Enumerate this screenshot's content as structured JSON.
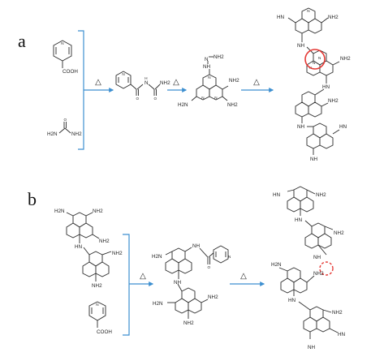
{
  "colors": {
    "arrow": "#3d8fd0",
    "bond": "#2b2b2b",
    "mark": "#e53935",
    "label": "#1e1e1e"
  },
  "panels": [
    {
      "id": "a",
      "label": "a",
      "reactants": {
        "isonicotinic_acid": {
          "group": "COOH"
        },
        "urea": {
          "groups": [
            "H2N",
            "NH2"
          ]
        }
      },
      "steps": [
        {
          "condition": "△"
        },
        {
          "condition": "△"
        },
        {
          "condition": "△"
        }
      ],
      "intermediate_1": {
        "groups": [
          "N",
          "H",
          "NH2"
        ]
      },
      "intermediate_2": {
        "groups": [
          "NH2",
          "H2N",
          "NH2",
          "NH",
          "N",
          "NH2"
        ]
      },
      "product": {
        "terminal_groups": [
          "HN",
          "NH2",
          "NH2",
          "NH2",
          "NH"
        ],
        "linkers": [
          "NH",
          "HN",
          "NH",
          "HN"
        ],
        "highlight": {
          "atoms": [
            "N",
            "N",
            "N"
          ],
          "style": "circle"
        }
      }
    },
    {
      "id": "b",
      "label": "b",
      "reactants": {
        "melem_oligomer": {
          "groups": [
            "H2N",
            "NH2",
            "NH2",
            "HN",
            "NH2",
            "NH2"
          ]
        },
        "isonicotinic_acid": {
          "group": "COOH"
        }
      },
      "steps": [
        {
          "condition": "△"
        },
        {
          "condition": "△"
        }
      ],
      "intermediate": {
        "groups": [
          "H2N",
          "NH",
          "NH",
          "H2N",
          "NH2",
          "NH2"
        ]
      },
      "product": {
        "terminal_groups": [
          "HN",
          "NH2",
          "NH2",
          "NH2",
          "H2N",
          "NH2",
          "NH"
        ],
        "linkers": [
          "HN",
          "NH",
          "HN",
          "HN"
        ],
        "highlight": {
          "style": "dashed-circle"
        }
      }
    }
  ]
}
